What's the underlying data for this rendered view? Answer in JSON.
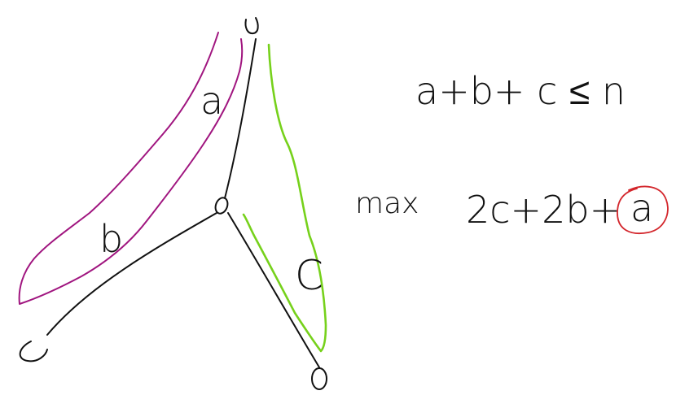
{
  "diagram": {
    "edge_labels": {
      "a": "a",
      "b": "b",
      "c": "C"
    },
    "constraint": "a+b+ c ≤ n",
    "objective_prefix": "max",
    "objective_expr": "2c+2b+",
    "objective_highlight": "a",
    "colors": {
      "ink": "#111111",
      "path_ab": "#a0157f",
      "path_c": "#76d11b",
      "highlight": "#d3252b"
    }
  }
}
